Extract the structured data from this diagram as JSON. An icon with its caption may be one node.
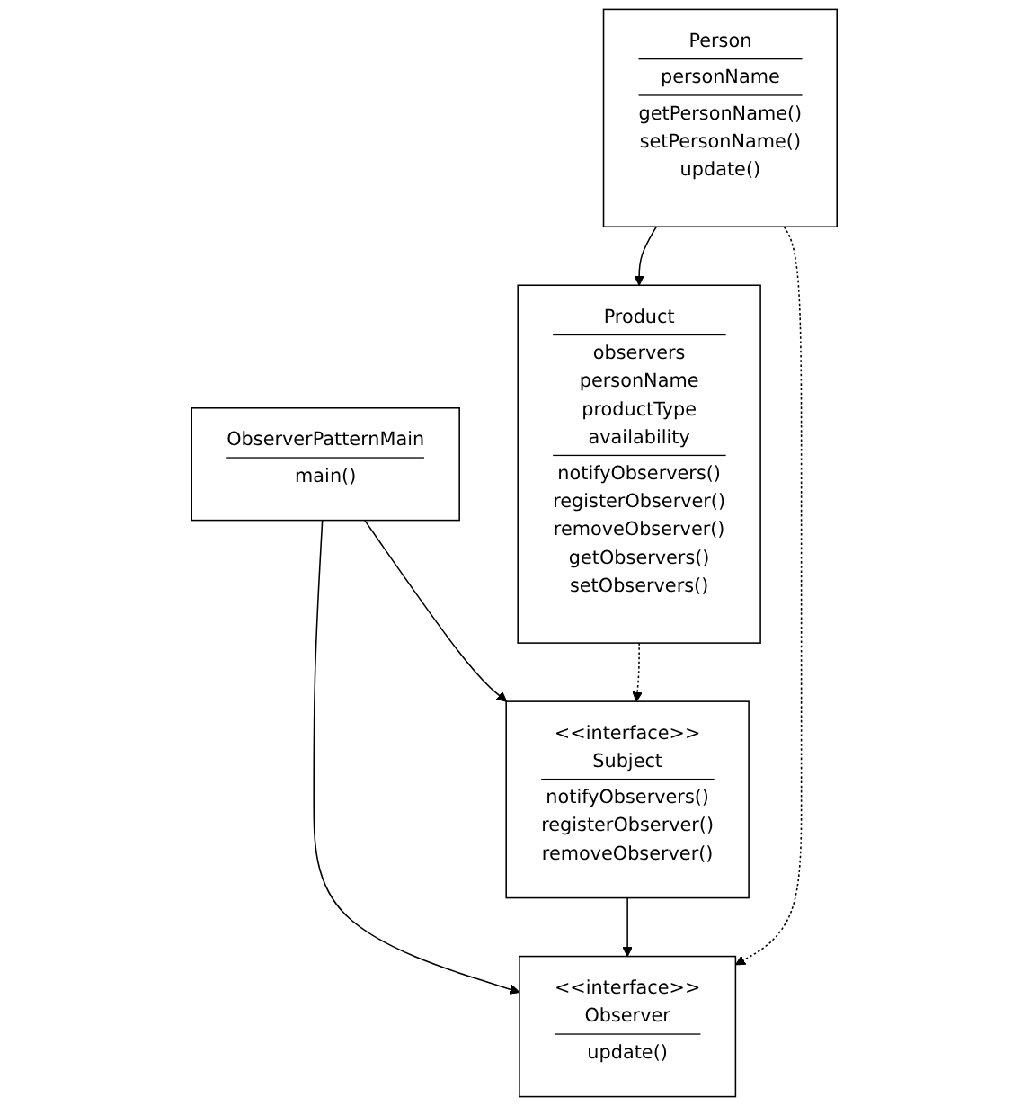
{
  "diagram": {
    "nodes": [
      {
        "text": [
          "ObserverPatternMain",
          "main()"
        ]
      },
      {
        "text": [
          "<<interface>> Subject",
          "notifyObservers() registerObserver() removeObserver()"
        ]
      },
      {
        "text": [
          "<<interface>> Observer",
          "update()"
        ]
      },
      {
        "text": [
          "Person",
          "personName",
          "getPersonName() setPersonName() update()"
        ]
      },
      {
        "text": [
          "Product",
          "observers personName productType availability",
          "notifyObservers() registerObserver() removeObserver() getObservers() setObservers()"
        ]
      }
    ],
    "edges": [
      {
        "from": 0,
        "to": 2,
        "arrow": "to"
      },
      {
        "from": 0,
        "to": 1,
        "arrow": "to"
      },
      {
        "from": 1,
        "to": 2,
        "arrow": "to"
      },
      {
        "from": 3,
        "to": 2,
        "arrow": "to",
        "style": "dashed"
      },
      {
        "from": 4,
        "to": 1,
        "arrow": "to",
        "style": "dashed"
      },
      {
        "from": 3,
        "to": 4,
        "arrow": "to"
      }
    ]
  }
}
